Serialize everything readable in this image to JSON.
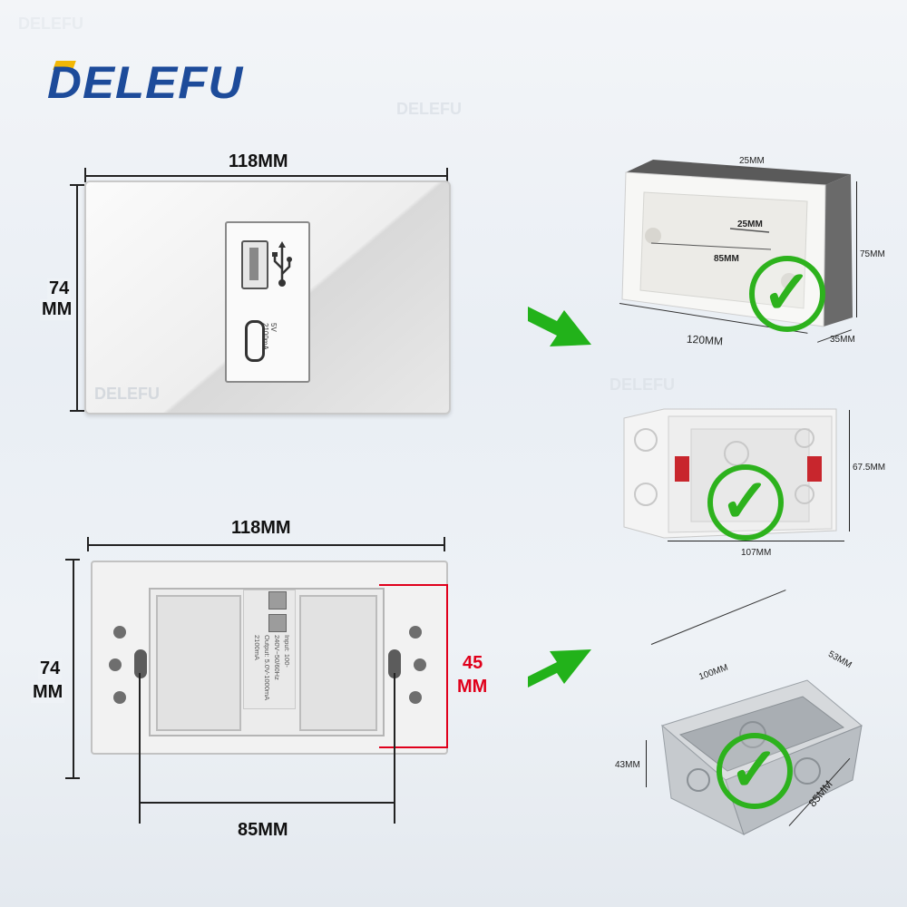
{
  "brand": {
    "logo": "DELEFU",
    "watermark": "DELEFU"
  },
  "front_panel": {
    "width_label": "118MM",
    "height_label_line1": "74",
    "height_label_line2": "MM",
    "watermark": "DELEFU",
    "usb_c_spec_line1": "5V",
    "usb_c_spec_line2": "2100mA"
  },
  "back_panel": {
    "width_label": "118MM",
    "height_label_line1": "74",
    "height_label_line2": "MM",
    "mount_label": "85MM",
    "depth_label_line1": "45",
    "depth_label_line2": "MM",
    "spec_line1": "Input: 100-240V~50/60Hz",
    "spec_line2": "Output: 5.0V-1000mA",
    "spec_line3": "2100mA"
  },
  "box1": {
    "top_label": "25MM",
    "inner_label": "25MM",
    "center_label": "85MM",
    "width_label": "120MM",
    "height_label": "75MM",
    "depth_label": "35MM"
  },
  "box2": {
    "height_label": "67.5MM",
    "width_label": "107MM"
  },
  "box3": {
    "length_label": "100MM",
    "width_label": "53MM",
    "height_label": "43MM",
    "depth_label": "85MM"
  },
  "colors": {
    "brand": "#1d4b9a",
    "arrow": "#22b21a",
    "check": "#2db21d",
    "red": "#e0001b"
  }
}
